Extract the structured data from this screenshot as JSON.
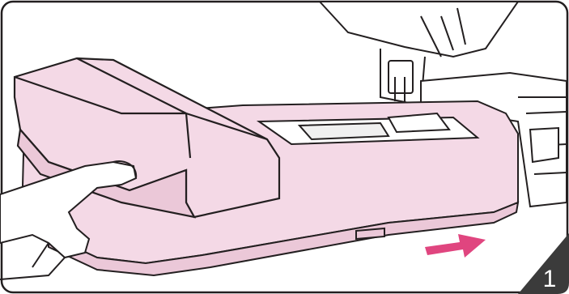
{
  "illustration": {
    "subject": "embroidery-unit-attach-to-sewing-machine",
    "colors": {
      "unit_fill": "#f4d9e6",
      "unit_shadow": "#ebc8d8",
      "outline": "#231f20",
      "arrow": "#e0457f",
      "badge": "#3b3b3b",
      "background": "#ffffff"
    },
    "arrow_direction": "right"
  },
  "step_badge": {
    "number": "1"
  }
}
